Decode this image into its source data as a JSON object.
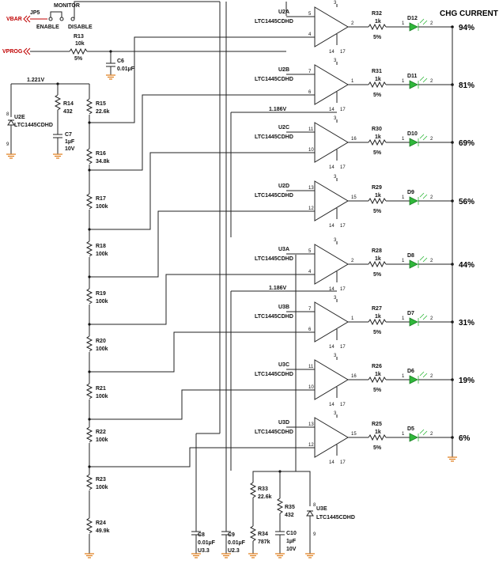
{
  "title": "CHG CURRENT",
  "nets": {
    "vbar": "VBAR",
    "vprog": "VPROG",
    "ref1": "1.221V",
    "ref2": "1.186V",
    "ref3": "1.186V"
  },
  "jumper": {
    "ref": "JP5",
    "monitor": "MONITOR",
    "enable": "ENABLE",
    "disable": "DISABLE"
  },
  "r13": {
    "ref": "R13",
    "value": "10k",
    "tol": "5%"
  },
  "c6": {
    "ref": "C6",
    "value": "0.01µF"
  },
  "u2e": {
    "ref": "U2E",
    "part": "LTC1445CDHD",
    "pin_top": "8",
    "pin_bot": "9"
  },
  "u3e": {
    "ref": "U3E",
    "part": "LTC1445CDHD",
    "pin_top": "8",
    "pin_bot": "9"
  },
  "r14": {
    "ref": "R14",
    "value": "432"
  },
  "c7": {
    "ref": "C7",
    "value": "1µF",
    "volt": "10V"
  },
  "ladder": [
    {
      "ref": "R15",
      "value": "22.6k"
    },
    {
      "ref": "R16",
      "value": "34.8k"
    },
    {
      "ref": "R17",
      "value": "100k"
    },
    {
      "ref": "R18",
      "value": "100k"
    },
    {
      "ref": "R19",
      "value": "100k"
    },
    {
      "ref": "R20",
      "value": "100k"
    },
    {
      "ref": "R21",
      "value": "100k"
    },
    {
      "ref": "R22",
      "value": "100k"
    },
    {
      "ref": "R23",
      "value": "100k"
    },
    {
      "ref": "R24",
      "value": "49.9k"
    }
  ],
  "channels": [
    {
      "ref": "U2A",
      "part": "LTC1445CDHD",
      "pin_plus": "5",
      "pin_minus": "4",
      "pin_out": "2",
      "r_ref": "R32",
      "r_val": "1k",
      "tol": "5%",
      "led": "D12",
      "pct": "94%"
    },
    {
      "ref": "U2B",
      "part": "LTC1445CDHD",
      "pin_plus": "7",
      "pin_minus": "6",
      "pin_out": "1",
      "r_ref": "R31",
      "r_val": "1k",
      "tol": "5%",
      "led": "D11",
      "pct": "81%"
    },
    {
      "ref": "U2C",
      "part": "LTC1445CDHD",
      "pin_plus": "11",
      "pin_minus": "10",
      "pin_out": "16",
      "r_ref": "R30",
      "r_val": "1k",
      "tol": "5%",
      "led": "D10",
      "pct": "69%"
    },
    {
      "ref": "U2D",
      "part": "LTC1445CDHD",
      "pin_plus": "13",
      "pin_minus": "12",
      "pin_out": "15",
      "r_ref": "R29",
      "r_val": "1k",
      "tol": "5%",
      "led": "D9",
      "pct": "56%"
    },
    {
      "ref": "U3A",
      "part": "LTC1445CDHD",
      "pin_plus": "5",
      "pin_minus": "4",
      "pin_out": "2",
      "r_ref": "R28",
      "r_val": "1k",
      "tol": "5%",
      "led": "D8",
      "pct": "44%"
    },
    {
      "ref": "U3B",
      "part": "LTC1445CDHD",
      "pin_plus": "7",
      "pin_minus": "6",
      "pin_out": "1",
      "r_ref": "R27",
      "r_val": "1k",
      "tol": "5%",
      "led": "D7",
      "pct": "31%"
    },
    {
      "ref": "U3C",
      "part": "LTC1445CDHD",
      "pin_plus": "11",
      "pin_minus": "10",
      "pin_out": "16",
      "r_ref": "R26",
      "r_val": "1k",
      "tol": "5%",
      "led": "D6",
      "pct": "19%"
    },
    {
      "ref": "U3D",
      "part": "LTC1445CDHD",
      "pin_plus": "13",
      "pin_minus": "12",
      "pin_out": "15",
      "r_ref": "R25",
      "r_val": "1k",
      "tol": "5%",
      "led": "D5",
      "pct": "6%"
    }
  ],
  "comp_pins": {
    "supply": "3",
    "gnd_a": "14",
    "gnd_b": "9",
    "pin17": "17",
    "led_a": "1",
    "led_b": "2"
  },
  "r33": {
    "ref": "R33",
    "value": "22.6k"
  },
  "r34": {
    "ref": "R34",
    "value": "787k"
  },
  "r35": {
    "ref": "R35",
    "value": "432"
  },
  "c8": {
    "ref": "C8",
    "value": "0.01µF",
    "ic": "U3.3"
  },
  "c9": {
    "ref": "C9",
    "value": "0.01µF",
    "ic": "U2.3"
  },
  "c10": {
    "ref": "C10",
    "value": "1µF",
    "volt": "10V"
  },
  "colors": {
    "net_label": "#c00000",
    "led": "#2fb83a",
    "ground": "#e08020",
    "wire": "#222222"
  }
}
